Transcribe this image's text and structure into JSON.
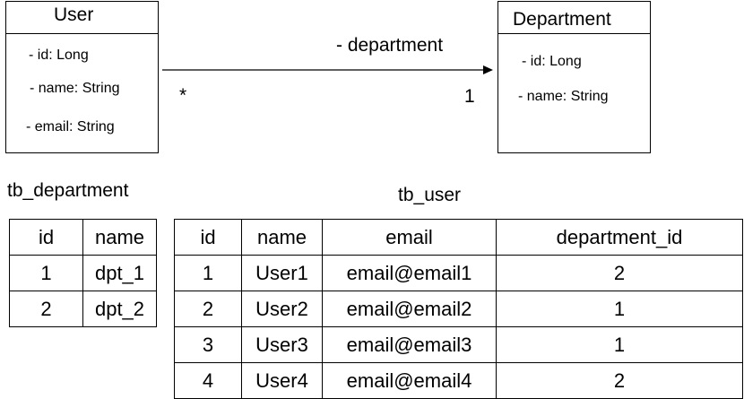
{
  "uml": {
    "user": {
      "title": "User",
      "attributes": [
        "- id: Long",
        "- name: String",
        "- email: String"
      ]
    },
    "department": {
      "title": "Department",
      "attributes": [
        "- id: Long",
        "- name: String"
      ]
    },
    "association": {
      "role": "- department",
      "source_multiplicity": "*",
      "target_multiplicity": "1"
    }
  },
  "tables": {
    "department": {
      "caption": "tb_department",
      "headers": [
        "id",
        "name"
      ],
      "rows": [
        [
          "1",
          "dpt_1"
        ],
        [
          "2",
          "dpt_2"
        ]
      ]
    },
    "user": {
      "caption": "tb_user",
      "headers": [
        "id",
        "name",
        "email",
        "department_id"
      ],
      "rows": [
        [
          "1",
          "User1",
          "email@email1",
          "2"
        ],
        [
          "2",
          "User2",
          "email@email2",
          "1"
        ],
        [
          "3",
          "User3",
          "email@email3",
          "1"
        ],
        [
          "4",
          "User4",
          "email@email4",
          "2"
        ]
      ]
    }
  }
}
